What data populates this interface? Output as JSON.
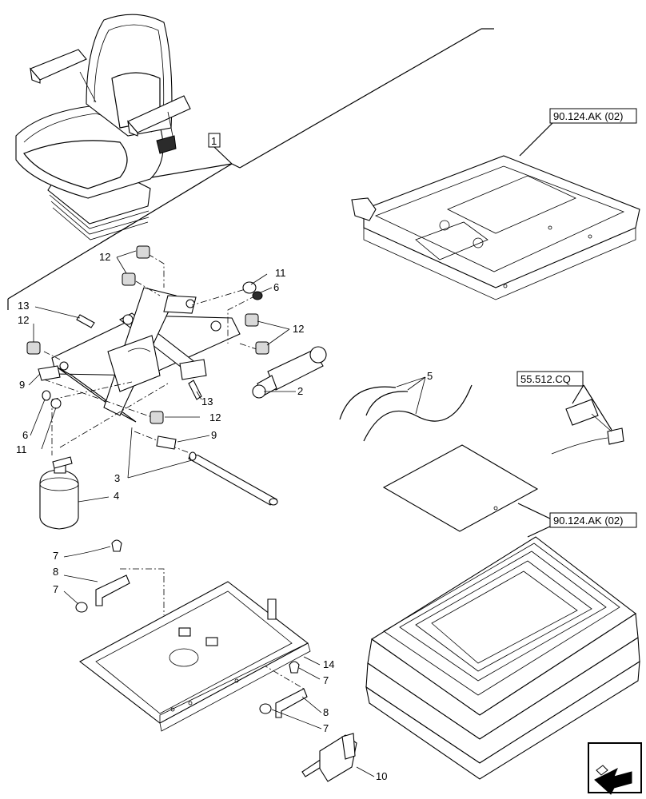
{
  "callouts": {
    "c1": "1",
    "c2": "2",
    "c3": "3",
    "c4": "4",
    "c5": "5",
    "c6a": "6",
    "c6b": "6",
    "c7a": "7",
    "c7b": "7",
    "c7c": "7",
    "c7d": "7",
    "c8a": "8",
    "c8b": "8",
    "c9a": "9",
    "c9b": "9",
    "c10": "10",
    "c11a": "11",
    "c11b": "11",
    "c12a": "12",
    "c12b": "12",
    "c12c": "12",
    "c12d": "12",
    "c13a": "13",
    "c13b": "13",
    "c14": "14"
  },
  "references": {
    "ref_top": "90.124.AK (02)",
    "ref_mid": "55.512.CQ",
    "ref_bottom": "90.124.AK (02)"
  },
  "nav_icon": "next-page-arrow-icon"
}
